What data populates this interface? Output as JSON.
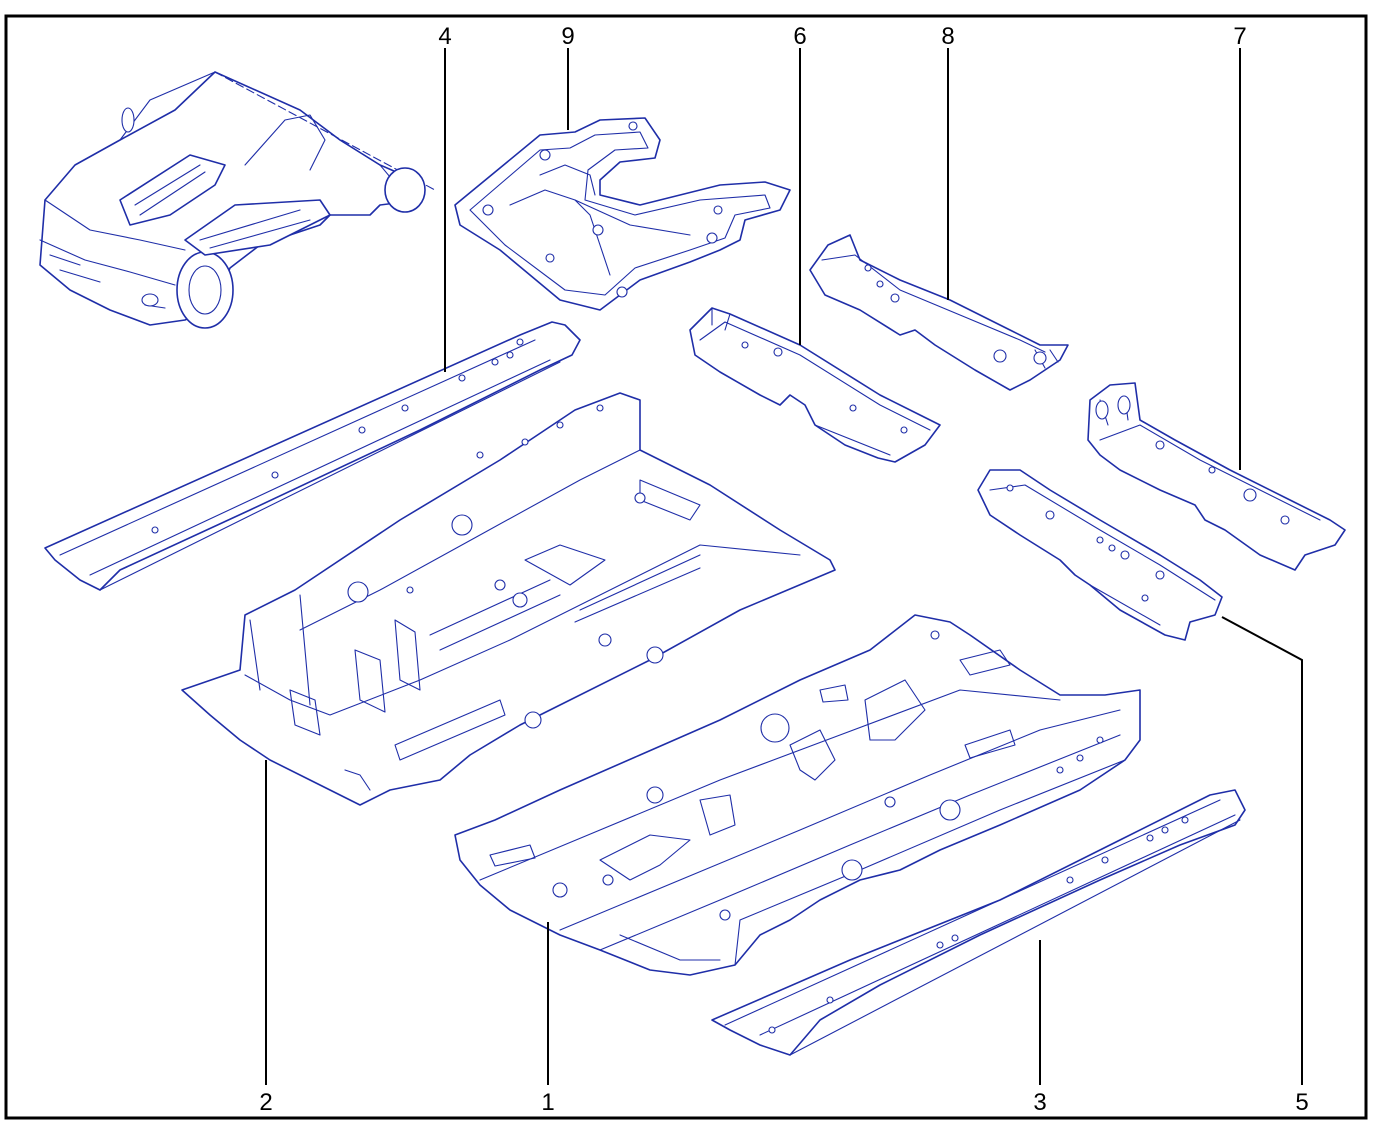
{
  "colors": {
    "line": "#1f2ea8",
    "callout": "#000000",
    "background": "#ffffff"
  },
  "callouts": {
    "c1": "1",
    "c2": "2",
    "c3": "3",
    "c4": "4",
    "c5": "5",
    "c6": "6",
    "c7": "7",
    "c8": "8",
    "c9": "9"
  }
}
